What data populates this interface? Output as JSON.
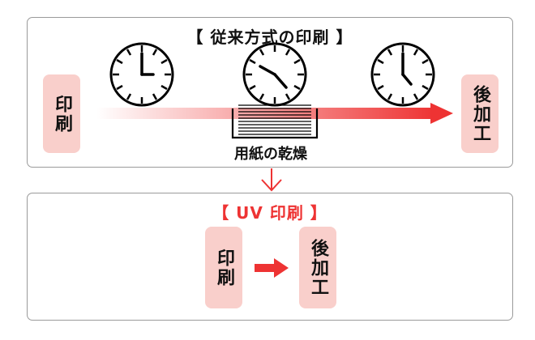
{
  "traditional": {
    "title": "【 従来方式の印刷 】",
    "print_label": "印刷",
    "post_label": "後加工",
    "drying_label": "用紙の乾燥",
    "clock_icons": [
      "clock-icon",
      "clock-icon",
      "clock-icon"
    ]
  },
  "uv": {
    "title": "【 UV 印刷 】",
    "print_label": "印刷",
    "post_label": "後加工"
  },
  "colors": {
    "accent_red": "#ee3333",
    "box_pink": "#f9cfcb",
    "border_gray": "#9a9a9a"
  }
}
